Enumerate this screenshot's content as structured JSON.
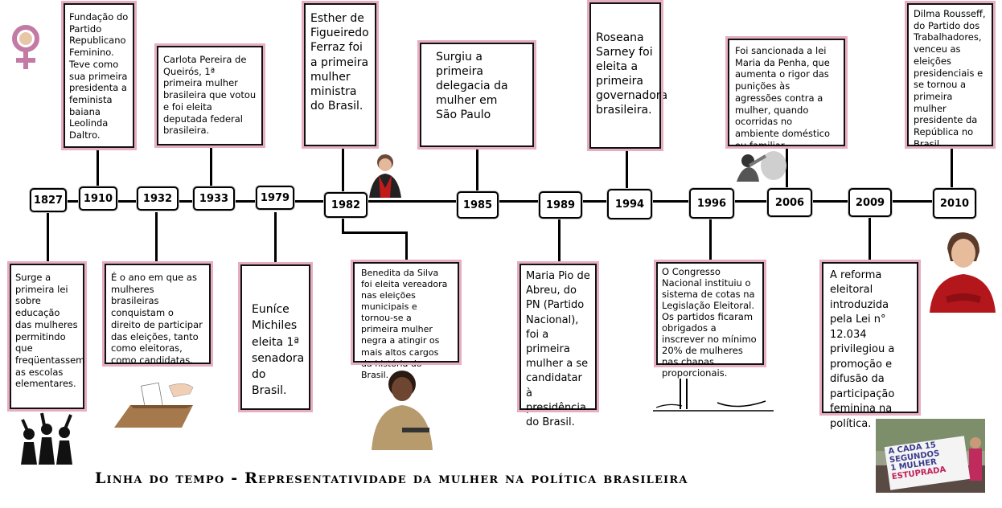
{
  "title": "Linha do tempo - Representatividade da mulher na política brasileira",
  "years": {
    "y1827": "1827",
    "y1910": "1910",
    "y1932": "1932",
    "y1933": "1933",
    "y1979": "1979",
    "y1982": "1982",
    "y1985": "1985",
    "y1989": "1989",
    "y1994": "1994",
    "y1996": "1996",
    "y2006": "2006",
    "y2009": "2009",
    "y2010": "2010"
  },
  "events": {
    "e1827": "Surge a primeira lei sobre educação das mulheres permitindo que freqüentassem as escolas elementares.",
    "e1910": "Fundação do Partido Republicano Feminino. Teve como sua primeira presidenta a feminista baiana Leolinda Daltro.",
    "e1932": "É o ano em que as mulheres brasileiras conquistam o direito de participar das eleições, tanto como eleitoras, como candidatas.",
    "e1933": "Carlota Pereira de Queirós, 1ª primeira mulher brasileira que votou e foi eleita deputada federal brasileira.",
    "e1979": "Euníce Michiles eleita 1ª senadora do Brasil.",
    "e1982a": "Esther de Figueiredo Ferraz foi a primeira mulher ministra do Brasil.",
    "e1982b": "Benedita da Silva foi eleita vereadora nas eleições municipais e tornou-se a primeira mulher negra a atingir os mais altos cargos da história do Brasil.",
    "e1985": "Surgiu a primeira delegacia da mulher em São Paulo",
    "e1989": "Maria Pio de Abreu, do PN (Partido Nacional), foi a primeira mulher a se candidatar à presidência do Brasil.",
    "e1994": "Roseana Sarney foi eleita a primeira governadora brasileira.",
    "e1996": "O Congresso Nacional instituiu o sistema de cotas na Legislação Eleitoral. Os partidos ficaram obrigados a inscrever no mínimo 20% de mulheres nas chapas proporcionais.",
    "e2006": "Foi sancionada a lei Maria da Penha, que aumenta o rigor das punições às agressões contra a mulher, quando ocorridas no ambiente doméstico ou familiar.",
    "e2009": "A reforma eleitoral introduzida pela Lei n° 12.034 privilegiou a promoção e difusão da participação feminina na política.",
    "e2010": "Dilma Rousseff, do Partido dos Trabalhadores, venceu as eleições presidenciais e se tornou a primeira mulher presidente da República no Brasil."
  },
  "protest_sign": {
    "line1": "A CADA 15",
    "line2": "SEGUNDOS",
    "line3": "1 MULHER",
    "line4": "ESTUPRADA"
  },
  "colors": {
    "card_border": "#e6aec0",
    "line": "#000000"
  }
}
